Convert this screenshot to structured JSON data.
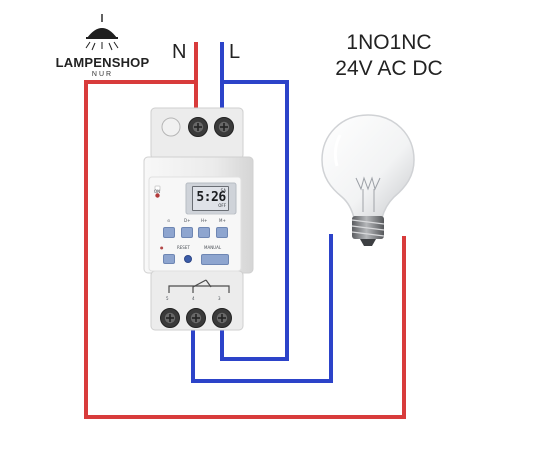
{
  "branding": {
    "title": "LAMPENSHOP",
    "subtitle": "NUR",
    "icon": "pendant-lamp-icon"
  },
  "wiring": {
    "labels": {
      "neutral": "N",
      "live": "L"
    },
    "colors": {
      "neutral": "#d83b3b",
      "live": "#2c43c9"
    }
  },
  "spec": {
    "contact_type": "1NO1NC",
    "voltage": "24V AC DC"
  },
  "timer_device": {
    "on_label": "ON",
    "display": {
      "time": "5:26",
      "top_indicator": "SA",
      "bottom_indicator": "OFF"
    },
    "button_row_labels": [
      "⊙",
      "D+",
      "H+",
      "M+"
    ],
    "reset_label": "RESET",
    "manual_label": "MANUAL",
    "terminal_labels": [
      "5",
      "4",
      "3"
    ]
  },
  "load": {
    "icon": "light-bulb-icon"
  }
}
